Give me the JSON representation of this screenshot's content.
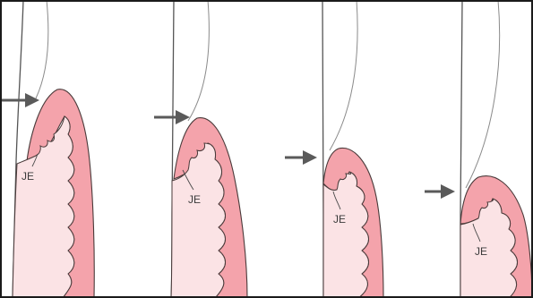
{
  "colors": {
    "gingiva": "#f4a3ab",
    "junctional_epithelium": "#fbe3e5",
    "frame": "#1a1a1a",
    "arrow": "#5a5a5a"
  },
  "stages": [
    {
      "label": "JE"
    },
    {
      "label": "JE"
    },
    {
      "label": "JE"
    },
    {
      "label": "JE"
    }
  ]
}
